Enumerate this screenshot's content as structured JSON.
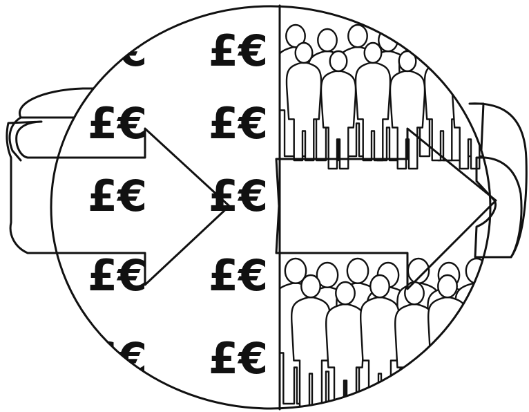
{
  "diagram": {
    "currency_symbol": "£€",
    "ink_color": "#111111",
    "paper_color": "#ffffff",
    "left_half": "currency",
    "right_half": "people",
    "flow_direction": "left-to-right"
  }
}
